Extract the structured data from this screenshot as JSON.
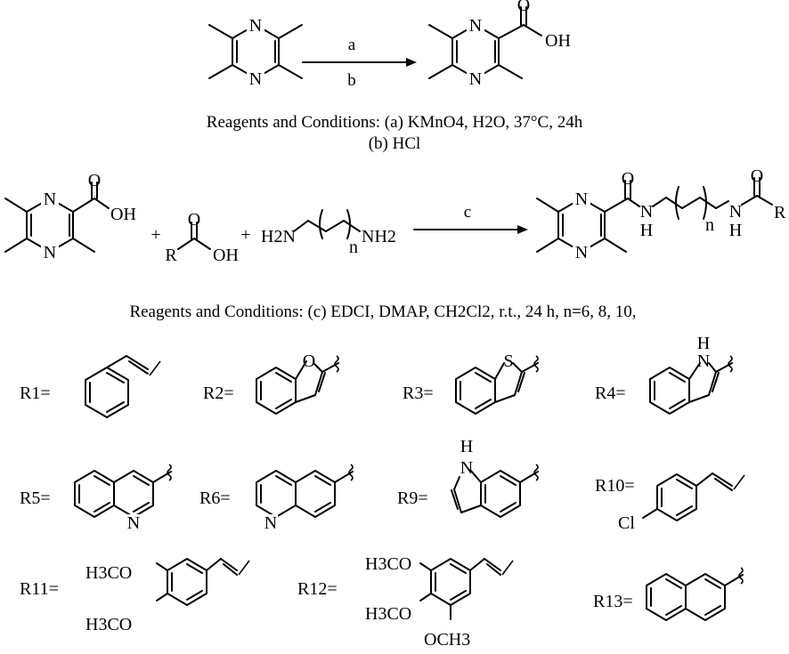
{
  "scheme": {
    "step1": {
      "arrow_top": "a",
      "arrow_bottom": "b",
      "reactant_atoms": [
        "N",
        "N"
      ],
      "product_atoms": [
        "N",
        "N",
        "O",
        "OH"
      ],
      "conditions_line1": "Reagents and Conditions: (a) KMnO4, H2O, 37°C, 24h",
      "conditions_line2": "(b) HCl"
    },
    "step2": {
      "arrow_top": "c",
      "plus": "+",
      "acid_atoms": [
        "N",
        "N",
        "O",
        "OH"
      ],
      "carboxylic": {
        "R": "R",
        "O": "O",
        "OH": "OH"
      },
      "diamine": {
        "left": "H2N",
        "n": "n",
        "right": "NH2"
      },
      "product": {
        "O1": "O",
        "H1": "H",
        "N1": "N",
        "n": "n",
        "N2": "N",
        "H2": "H",
        "O2": "O",
        "R": "R"
      },
      "conditions": "Reagents and Conditions: (c) EDCI, DMAP, CH2Cl2, r.t., 24 h, n=6, 8, 10,"
    },
    "substituents": [
      {
        "label": "R1="
      },
      {
        "label": "R2="
      },
      {
        "label": "R3="
      },
      {
        "label": "R4="
      },
      {
        "label": "R5="
      },
      {
        "label": "R6="
      },
      {
        "label": "R9="
      },
      {
        "label": "R10="
      },
      {
        "label": "R11="
      },
      {
        "label": "R12="
      },
      {
        "label": "R13="
      }
    ],
    "hetero_labels": {
      "r2_O": "O",
      "r3_S": "S",
      "r4_H": "H",
      "r4_N": "N",
      "r5_N": "N",
      "r6_N": "N",
      "r9_H": "H",
      "r9_N": "N",
      "r10_Cl": "Cl",
      "r11_OMe_top": "H3CO",
      "r11_OMe_bot": "H3CO",
      "r12_OMe_top": "H3CO",
      "r12_OMe_mid": "H3CO",
      "r12_OMe_bot": "OCH3"
    }
  }
}
